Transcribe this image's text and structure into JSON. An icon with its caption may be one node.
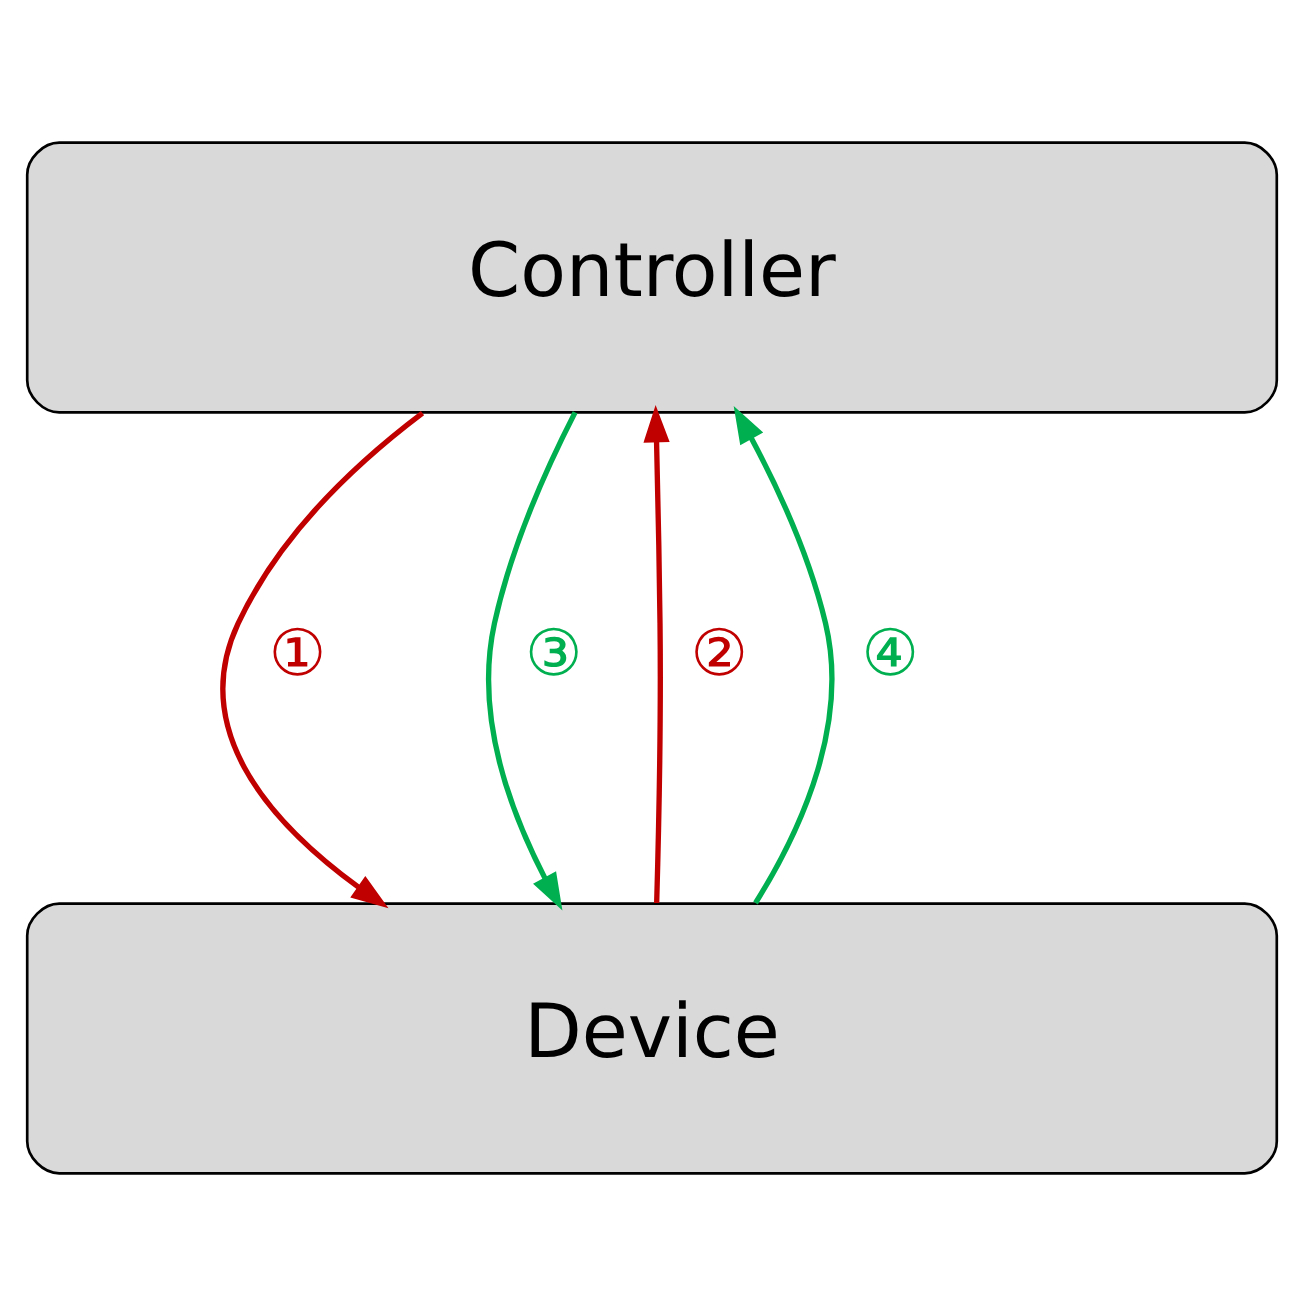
{
  "diagram": {
    "nodes": [
      {
        "text": [
          "Controller"
        ]
      },
      {
        "text": [
          "Device"
        ]
      }
    ],
    "edges": [
      {
        "from": 0,
        "to": 1,
        "arrow": "to",
        "label": "①",
        "color": "#c00000"
      },
      {
        "from": 1,
        "to": 0,
        "arrow": "to",
        "label": "②",
        "color": "#c00000"
      },
      {
        "from": 0,
        "to": 1,
        "arrow": "to",
        "label": "③",
        "color": "#00b050"
      },
      {
        "from": 1,
        "to": 0,
        "arrow": "to",
        "label": "④",
        "color": "#00b050"
      }
    ]
  }
}
